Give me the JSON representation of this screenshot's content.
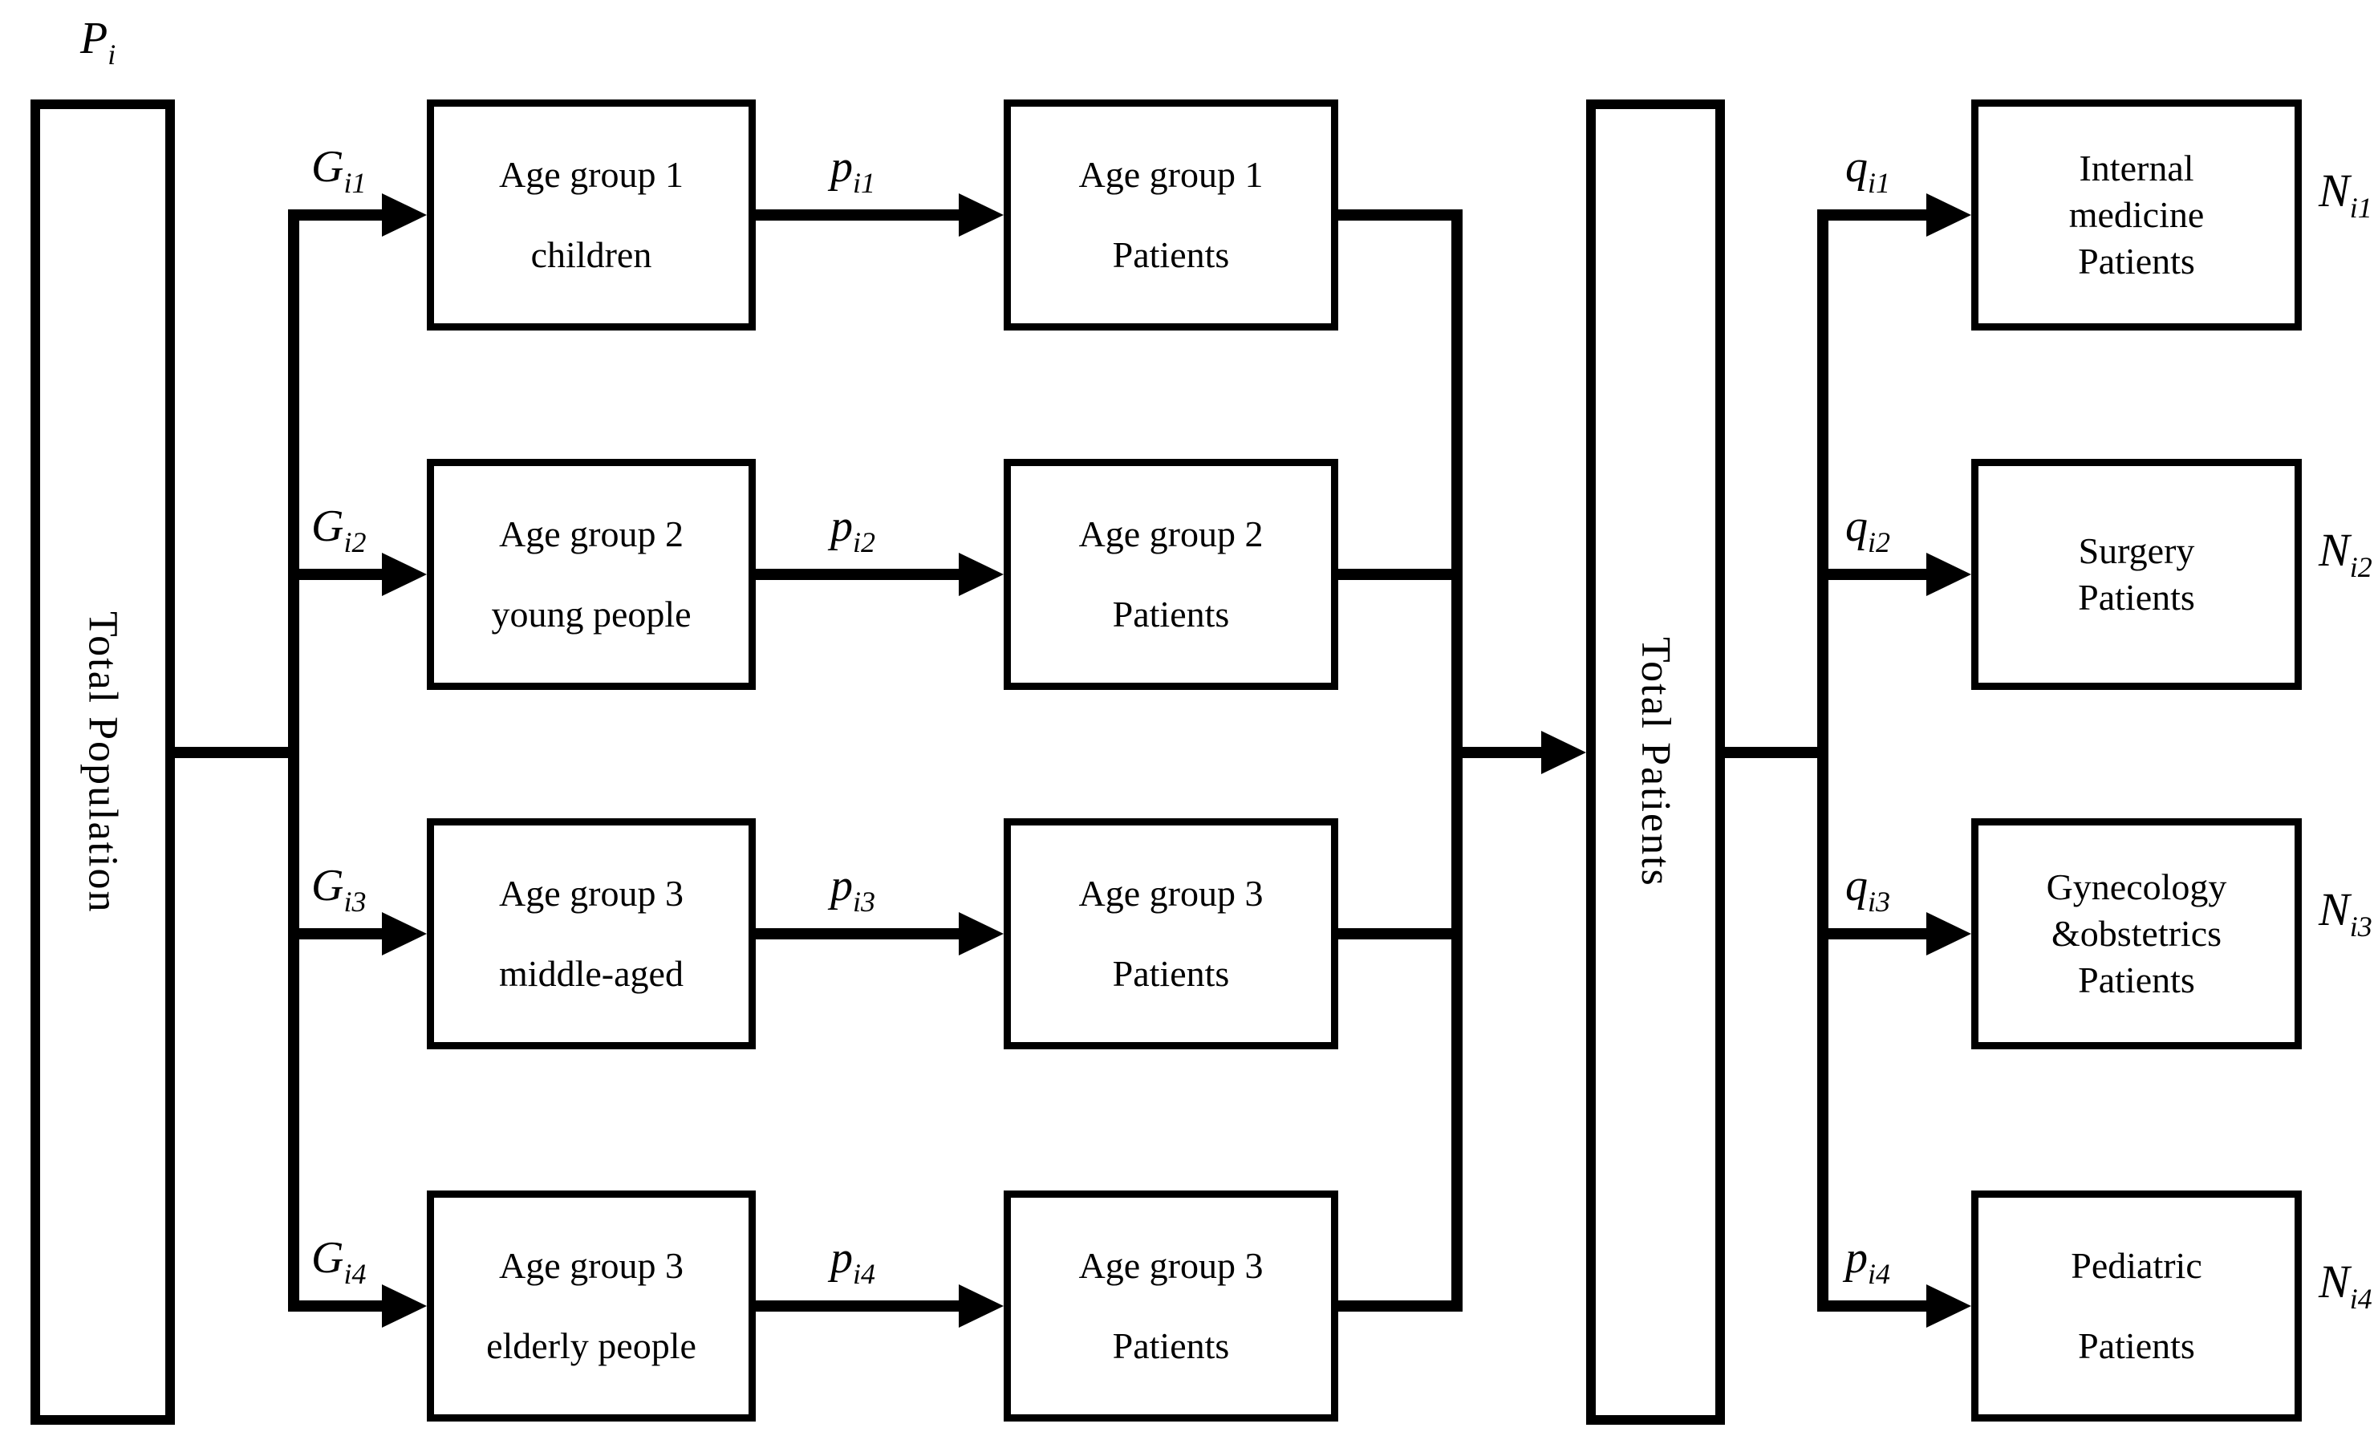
{
  "colors": {
    "ink": "#000000",
    "background": "#ffffff"
  },
  "diagram": {
    "population_label": {
      "base": "P",
      "sub": "i"
    },
    "total_population": "Total Population",
    "total_patients": "Total Patients",
    "rows": [
      {
        "share_label": {
          "base": "G",
          "sub": "i1"
        },
        "age_box": {
          "line1": "Age group 1",
          "line2": "children"
        },
        "rate_label": {
          "base": "p",
          "sub": "i1"
        },
        "patient_box": {
          "line1": "Age group 1",
          "line2": "Patients"
        },
        "dept_label": {
          "base": "q",
          "sub": "i1"
        },
        "dept_box": {
          "line1": "Internal",
          "line2": "medicine",
          "line3": "Patients"
        },
        "count_label": {
          "base": "N",
          "sub": "i1"
        }
      },
      {
        "share_label": {
          "base": "G",
          "sub": "i2"
        },
        "age_box": {
          "line1": "Age group 2",
          "line2": "young people"
        },
        "rate_label": {
          "base": "p",
          "sub": "i2"
        },
        "patient_box": {
          "line1": "Age group 2",
          "line2": "Patients"
        },
        "dept_label": {
          "base": "q",
          "sub": "i2"
        },
        "dept_box": {
          "line1": "Surgery",
          "line2": "Patients"
        },
        "count_label": {
          "base": "N",
          "sub": "i2"
        }
      },
      {
        "share_label": {
          "base": "G",
          "sub": "i3"
        },
        "age_box": {
          "line1": "Age group 3",
          "line2": "middle-aged"
        },
        "rate_label": {
          "base": "p",
          "sub": "i3"
        },
        "patient_box": {
          "line1": "Age group 3",
          "line2": "Patients"
        },
        "dept_label": {
          "base": "q",
          "sub": "i3"
        },
        "dept_box": {
          "line1": "Gynecology",
          "line2": "&obstetrics",
          "line3": "Patients"
        },
        "count_label": {
          "base": "N",
          "sub": "i3"
        }
      },
      {
        "share_label": {
          "base": "G",
          "sub": "i4"
        },
        "age_box": {
          "line1": "Age group 3",
          "line2": "elderly people"
        },
        "rate_label": {
          "base": "p",
          "sub": "i4"
        },
        "patient_box": {
          "line1": "Age group 3",
          "line2": "Patients"
        },
        "dept_label": {
          "base": "p",
          "sub": "i4"
        },
        "dept_box": {
          "line1": "Pediatric",
          "line2": "Patients"
        },
        "count_label": {
          "base": "N",
          "sub": "i4"
        }
      }
    ]
  }
}
